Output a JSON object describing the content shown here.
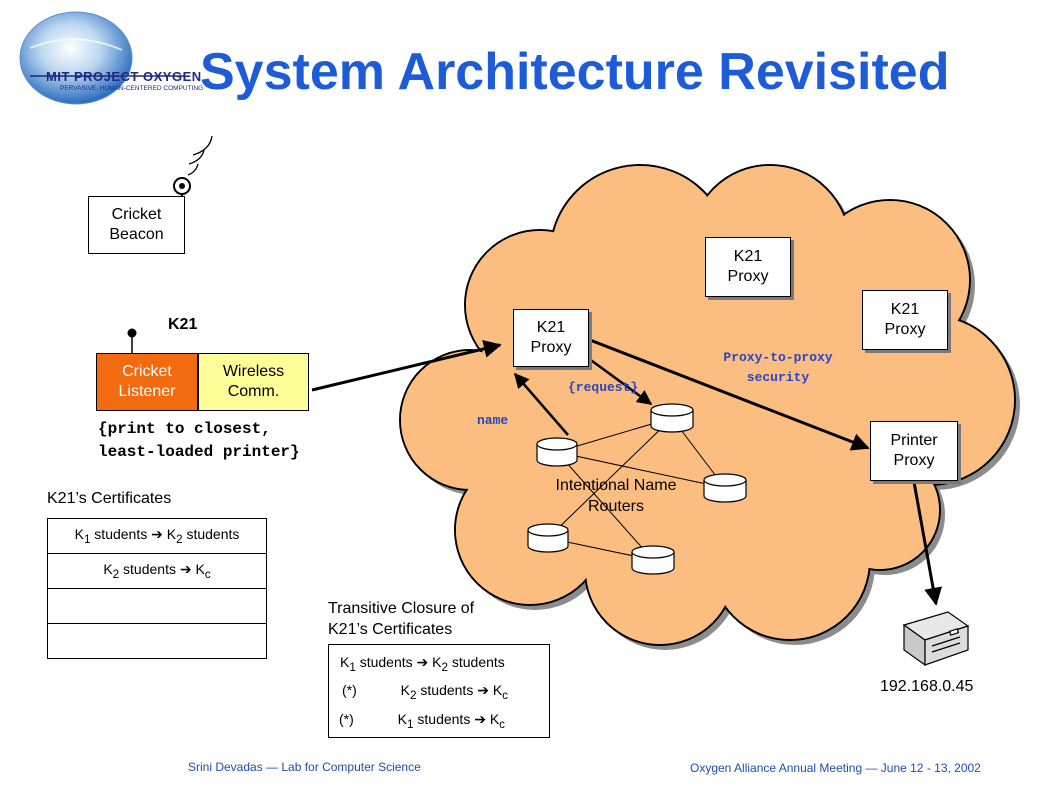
{
  "title": "System Architecture Revisited",
  "logo": {
    "line1": "MIT PROJECT OXYGEN",
    "line2": "PERVASIVE, HUMAN-CENTERED COMPUTING"
  },
  "cricket_beacon": "Cricket\nBeacon",
  "k21_label": "K21",
  "cricket_listener": "Cricket\nListener",
  "wireless_comm": "Wireless\nComm.",
  "print_request": "{print to closest,\nleast-loaded printer}",
  "cloud": {
    "proxy_left": "K21\nProxy",
    "proxy_top": "K21\nProxy",
    "proxy_right": "K21\nProxy",
    "printer_proxy": "Printer\nProxy",
    "request_label": "{request}",
    "name_label": "name",
    "proxy_security": "Proxy-to-proxy\nsecurity",
    "routers_label": "Intentional Name\nRouters"
  },
  "certificates": {
    "title": "K21’s Certificates",
    "row1": {
      "left": "K",
      "left_sub": "1",
      "mid": " students  ",
      "arrow": "➔",
      "right": " K",
      "right_sub": "2",
      "end": " students"
    },
    "row2": {
      "left": "K",
      "left_sub": "2",
      "mid": " students  ",
      "arrow": "➔",
      "right": " K",
      "right_sub": "c",
      "end": ""
    }
  },
  "closure": {
    "title": "Transitive Closure of\nK21’s Certificates",
    "row1": {
      "prefix": "",
      "a": "K",
      "a_sub": "1",
      "b": " students  ",
      "arrow": "➔",
      "c": " K",
      "c_sub": "2",
      "d": " students"
    },
    "row2": {
      "prefix": "(*)",
      "a": "K",
      "a_sub": "2",
      "b": " students  ",
      "arrow": "➔",
      "c": " K",
      "c_sub": "c",
      "d": ""
    },
    "row3": {
      "prefix": "(*)",
      "a": "K",
      "a_sub": "1",
      "b": " students  ",
      "arrow": "➔",
      "c": " K",
      "c_sub": "c",
      "d": ""
    }
  },
  "printer_ip": "192.168.0.45",
  "footer_left": "Srini Devadas — Lab for Computer Science",
  "footer_right": "Oxygen Alliance Annual Meeting — June 12 - 13, 2002",
  "colors": {
    "title_blue": "#1d5cd6",
    "cloud_fill": "#fcbd80",
    "listener_orange": "#f26b0f",
    "wireless_yellow": "#ffff99",
    "mono_blue": "#2a44c6"
  }
}
